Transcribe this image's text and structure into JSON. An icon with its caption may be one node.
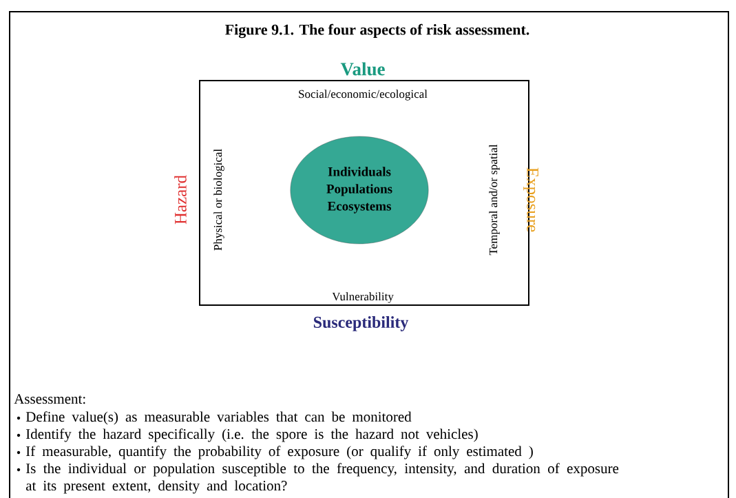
{
  "diagram": {
    "title": "Figure 9.1. The four aspects of risk assessment.",
    "nodes": [
      {
        "text": [
          "Value",
          "Social/economic/ecological",
          "Hazard",
          "Physical or biological",
          "Temporal and/or spatial",
          "Exposure",
          "Vulnerability",
          "Susceptibility"
        ]
      },
      {
        "text": [
          "Individuals Populations Ecosystems"
        ],
        "in": 0
      }
    ],
    "labels": [
      "Assessment:",
      "Define value(s) as measurable variables that can be monitored",
      "Identify the hazard specifically (i.e. the spore is the hazard not vehicles)",
      "If measurable, quantify the probability of exposure (or qualify if only estimated )",
      "Is the individual or population susceptible to the frequency, intensity, and duration of exposure at its present extent, density and location?"
    ]
  }
}
